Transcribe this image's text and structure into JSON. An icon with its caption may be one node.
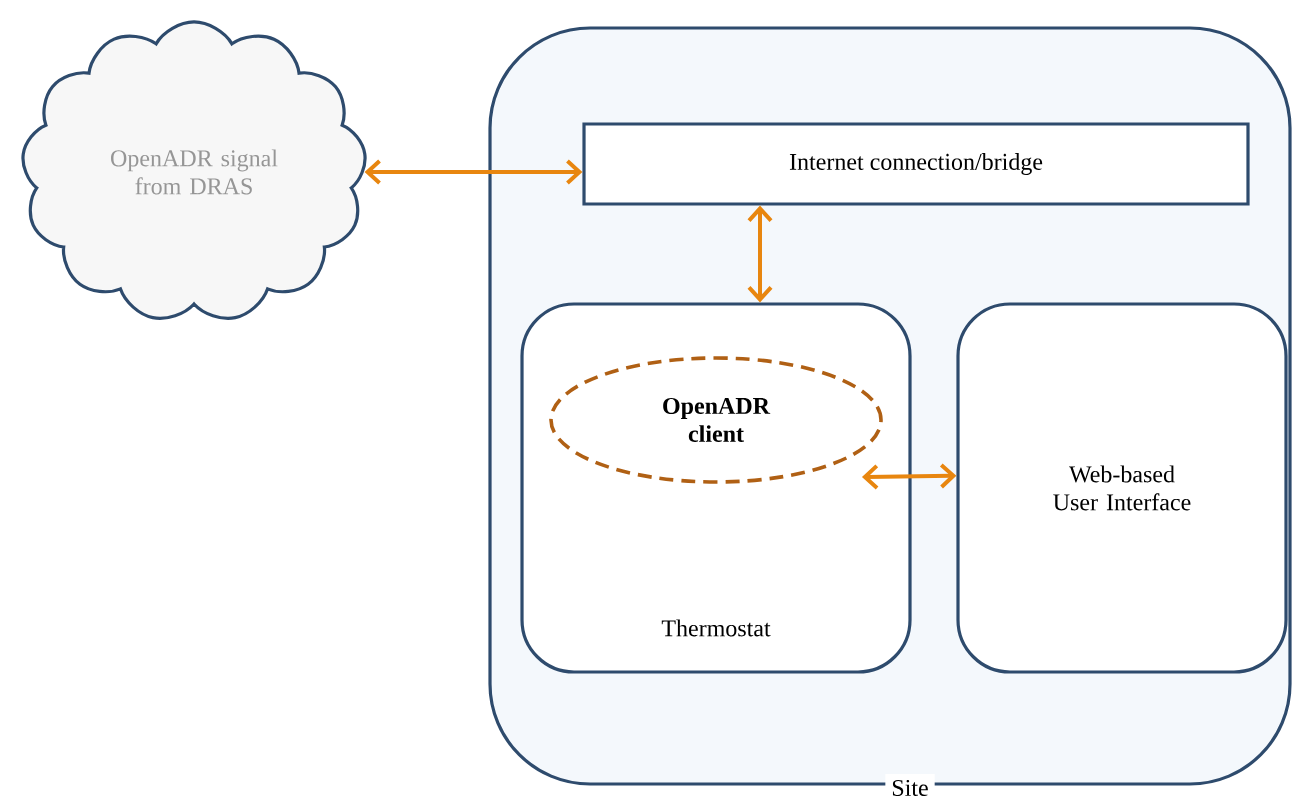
{
  "diagram": {
    "nodes": [
      {
        "text": [
          "OpenADR signal from DRAS"
        ]
      },
      {
        "text": [
          "Site"
        ]
      },
      {
        "text": [
          "Internet connection/bridge"
        ],
        "in": 1
      },
      {
        "text": [
          "Thermostat"
        ],
        "in": 1
      },
      {
        "text": [
          "OpenADR client"
        ],
        "in": 3
      },
      {
        "text": [
          "Web-based User Interface"
        ],
        "in": 1
      }
    ],
    "edges": [
      {
        "from": 0,
        "to": 2,
        "arrow": "both"
      },
      {
        "from": 2,
        "to": 3,
        "arrow": "both"
      },
      {
        "from": 4,
        "to": 5,
        "arrow": "both"
      }
    ]
  }
}
